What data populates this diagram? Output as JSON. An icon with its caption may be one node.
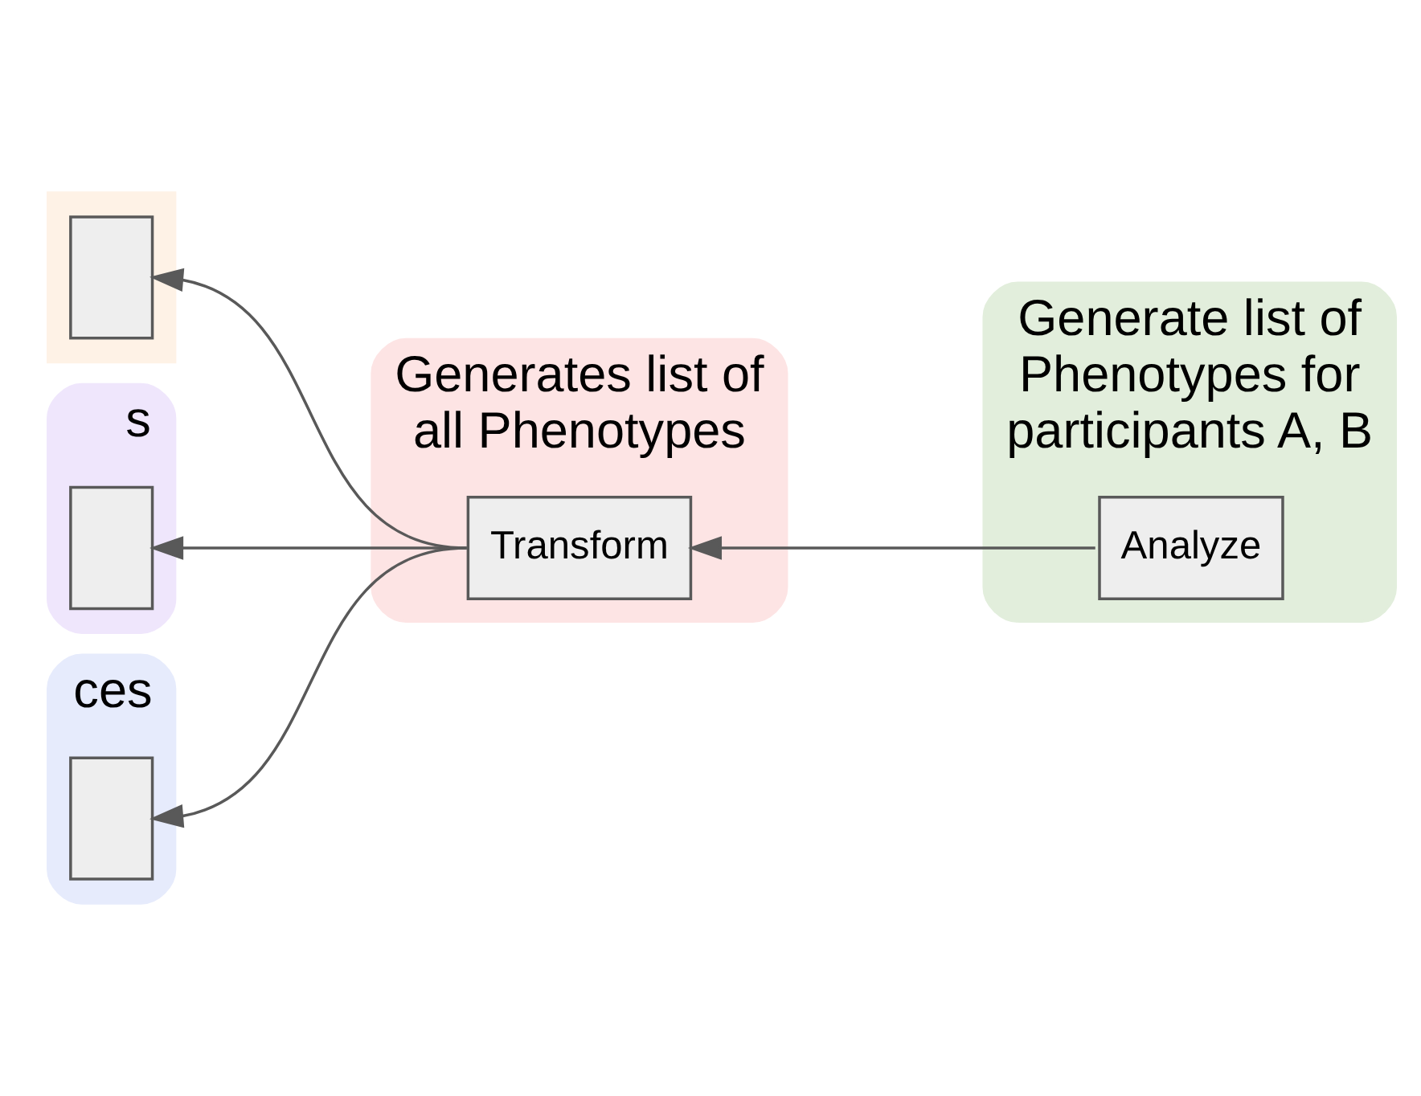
{
  "diagram": {
    "nodes": [
      {
        "text": [],
        "shape": "box"
      },
      {
        "text": [],
        "shape": "box",
        "in": 0
      },
      {
        "text": [
          "s"
        ]
      },
      {
        "text": [],
        "shape": "box",
        "in": 2
      },
      {
        "text": [
          "ces"
        ]
      },
      {
        "text": [],
        "shape": "box",
        "in": 4
      },
      {
        "text": [
          "Generates list of all Phenotypes"
        ]
      },
      {
        "text": [
          "Transform"
        ],
        "in": 6
      },
      {
        "text": [
          "Generate list of Phenotypes for participants A, B"
        ]
      },
      {
        "text": [
          "Analyze"
        ],
        "in": 8
      }
    ],
    "edges": [
      {
        "from": 7,
        "to": 1,
        "arrow": "to"
      },
      {
        "from": 7,
        "to": 3,
        "arrow": "to"
      },
      {
        "from": 7,
        "to": 5,
        "arrow": "to"
      },
      {
        "from": 9,
        "to": 7,
        "arrow": "to"
      }
    ]
  }
}
